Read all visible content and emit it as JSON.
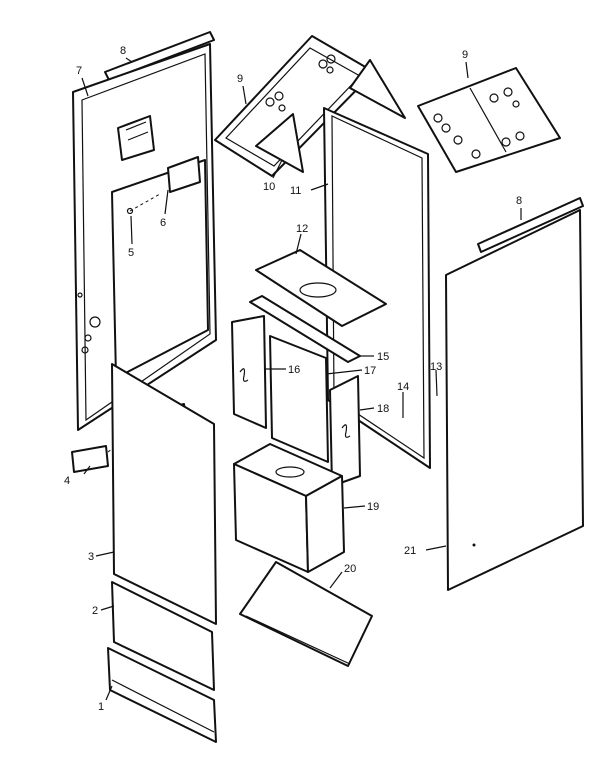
{
  "labels": {
    "p1": "1",
    "p2": "2",
    "p3": "3",
    "p4": "4",
    "p5": "5",
    "p6": "6",
    "p7": "7",
    "p8a": "8",
    "p8b": "8",
    "p9a": "9",
    "p9b": "9",
    "p10": "10",
    "p11": "11",
    "p12": "12",
    "p13": "13",
    "p14": "14",
    "p15": "15",
    "p16": "16",
    "p17": "17",
    "p18": "18",
    "p19": "19",
    "p20": "20",
    "p21": "21"
  }
}
